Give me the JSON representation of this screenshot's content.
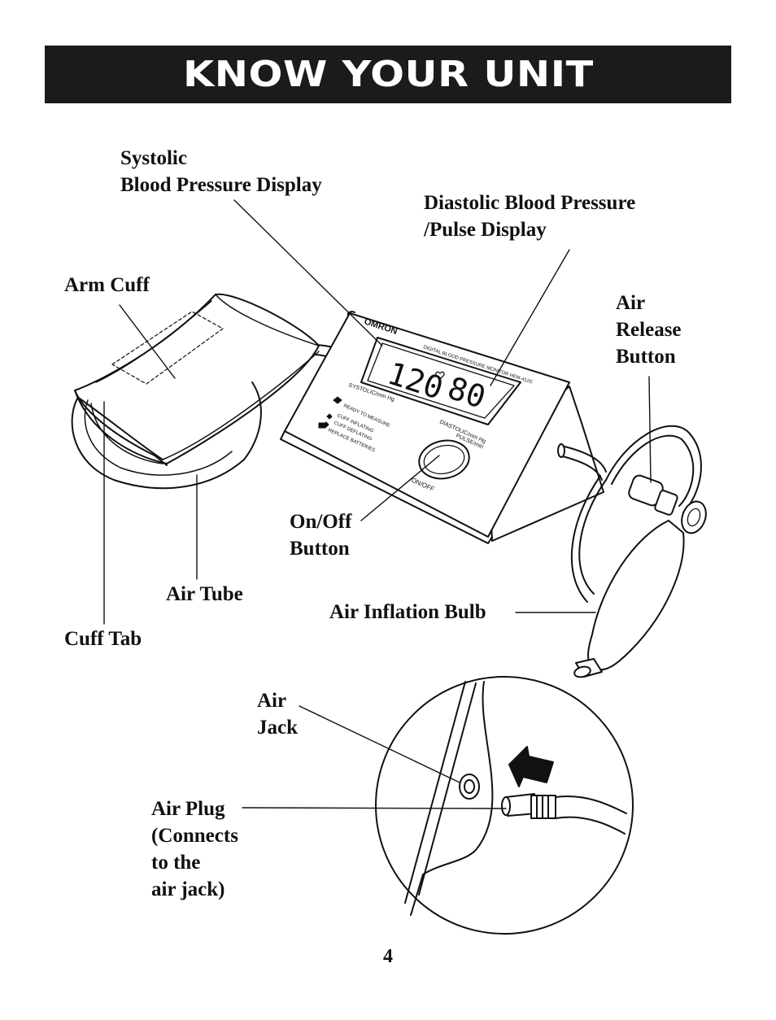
{
  "title": "KNOW YOUR UNIT",
  "labels": {
    "systolic": "Systolic\nBlood Pressure Display",
    "diastolic": "Diastolic Blood Pressure\n/Pulse Display",
    "arm_cuff": "Arm Cuff",
    "air_release": "Air\nRelease\nButton",
    "on_off": "On/Off\nButton",
    "air_tube": "Air Tube",
    "air_bulb": "Air Inflation Bulb",
    "cuff_tab": "Cuff Tab",
    "air_jack": "Air\nJack",
    "air_plug": "Air Plug\n(Connects\nto the\nair jack)"
  },
  "device": {
    "brand": "OMRON",
    "model": "DIGITAL BLOOD PRESSURE MONITOR HEM-412C",
    "systolic_value": "120",
    "diastolic_value": "80",
    "systolic_unit": "SYSTOLIC/mm Hg",
    "diastolic_unit": "DIASTOLIC/mm Hg",
    "pulse_unit": "PULSE/min",
    "legend": [
      "READY TO MEASURE",
      "CUFF INFLATING",
      "CUFF DEFLATING",
      "REPLACE BATTERIES"
    ],
    "button_label": "ON/OFF"
  },
  "page_number": "4"
}
